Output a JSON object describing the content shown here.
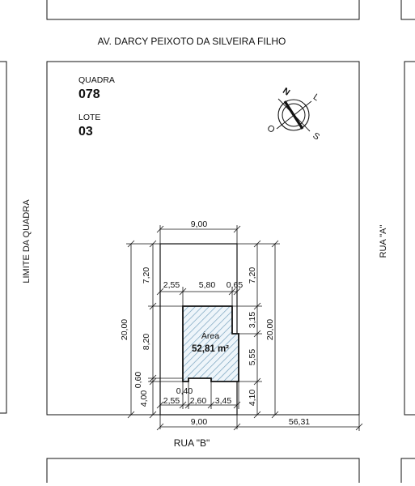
{
  "streets": {
    "north": "AV. DARCY PEIXOTO DA SILVEIRA FILHO",
    "south": "RUA \"B\"",
    "east": "RUA \"A\"",
    "west": "LIMITE DA QUADRA"
  },
  "block": {
    "label": "QUADRA",
    "value": "078"
  },
  "lot": {
    "label": "LOTE",
    "value": "03"
  },
  "compass": {
    "north": "N",
    "east": "L",
    "south": "S",
    "west": "O"
  },
  "area": {
    "label": "Área",
    "value": "52,81 m²"
  },
  "dimensions": {
    "top_width": "9,00",
    "bottom_width": "9,00",
    "corner_distance": "56,31",
    "left_total": "20,00",
    "left_front_setback": "7,20",
    "left_building_depth": "8,20",
    "left_step": "0,60",
    "left_rear_setback": "4,00",
    "right_total": "20,00",
    "right_front_setback": "7,20",
    "right_upper_depth": "3,15",
    "right_lower_depth": "5,55",
    "right_rear_setback": "4,10",
    "top_left_setback": "2,55",
    "building_top_width": "5,80",
    "top_right_setback": "0,65",
    "bottom_left_setback": "2,55",
    "notch_width": "2,60",
    "bottom_right_width": "3,45",
    "notch_depth": "0,40"
  }
}
